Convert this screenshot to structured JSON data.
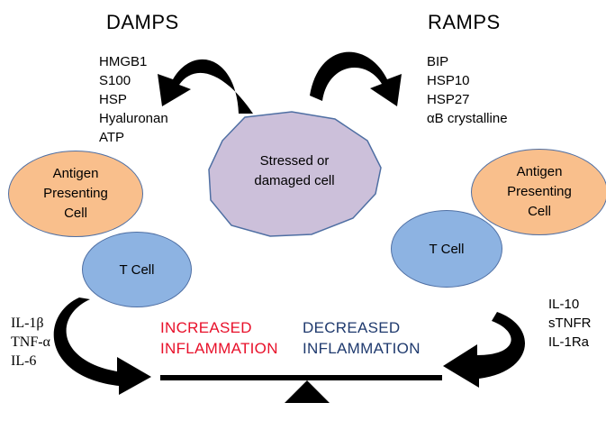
{
  "damps": {
    "title": "DAMPS",
    "items": [
      "HMGB1",
      "S100",
      "HSP",
      "Hyaluronan",
      "ATP"
    ]
  },
  "ramps": {
    "title": "RAMPS",
    "items": [
      "BIP",
      "HSP10",
      "HSP27",
      "αB crystalline"
    ]
  },
  "center_cell": {
    "line1": "Stressed or",
    "line2": "damaged cell"
  },
  "left_apc": {
    "line1": "Antigen",
    "line2": "Presenting",
    "line3": "Cell"
  },
  "right_apc": {
    "line1": "Antigen",
    "line2": "Presenting",
    "line3": "Cell"
  },
  "left_tcell": {
    "label": "T Cell"
  },
  "right_tcell": {
    "label": "T Cell"
  },
  "left_cytokines": [
    "IL-1β",
    "TNF-α",
    "IL-6"
  ],
  "right_cytokines": [
    "IL-10",
    "sTNFR",
    "IL-1Ra"
  ],
  "increased": {
    "line1": "INCREASED",
    "line2": "INFLAMMATION",
    "color": "#e8102a"
  },
  "decreased": {
    "line1": "DECREASED",
    "line2": "INFLAMMATION",
    "color": "#1f3a6e"
  },
  "colors": {
    "cell_fill": "#ccc0da",
    "apc_fill": "#f9bf8c",
    "tcell_fill": "#8db3e2",
    "arrow_fill": "#000000"
  }
}
